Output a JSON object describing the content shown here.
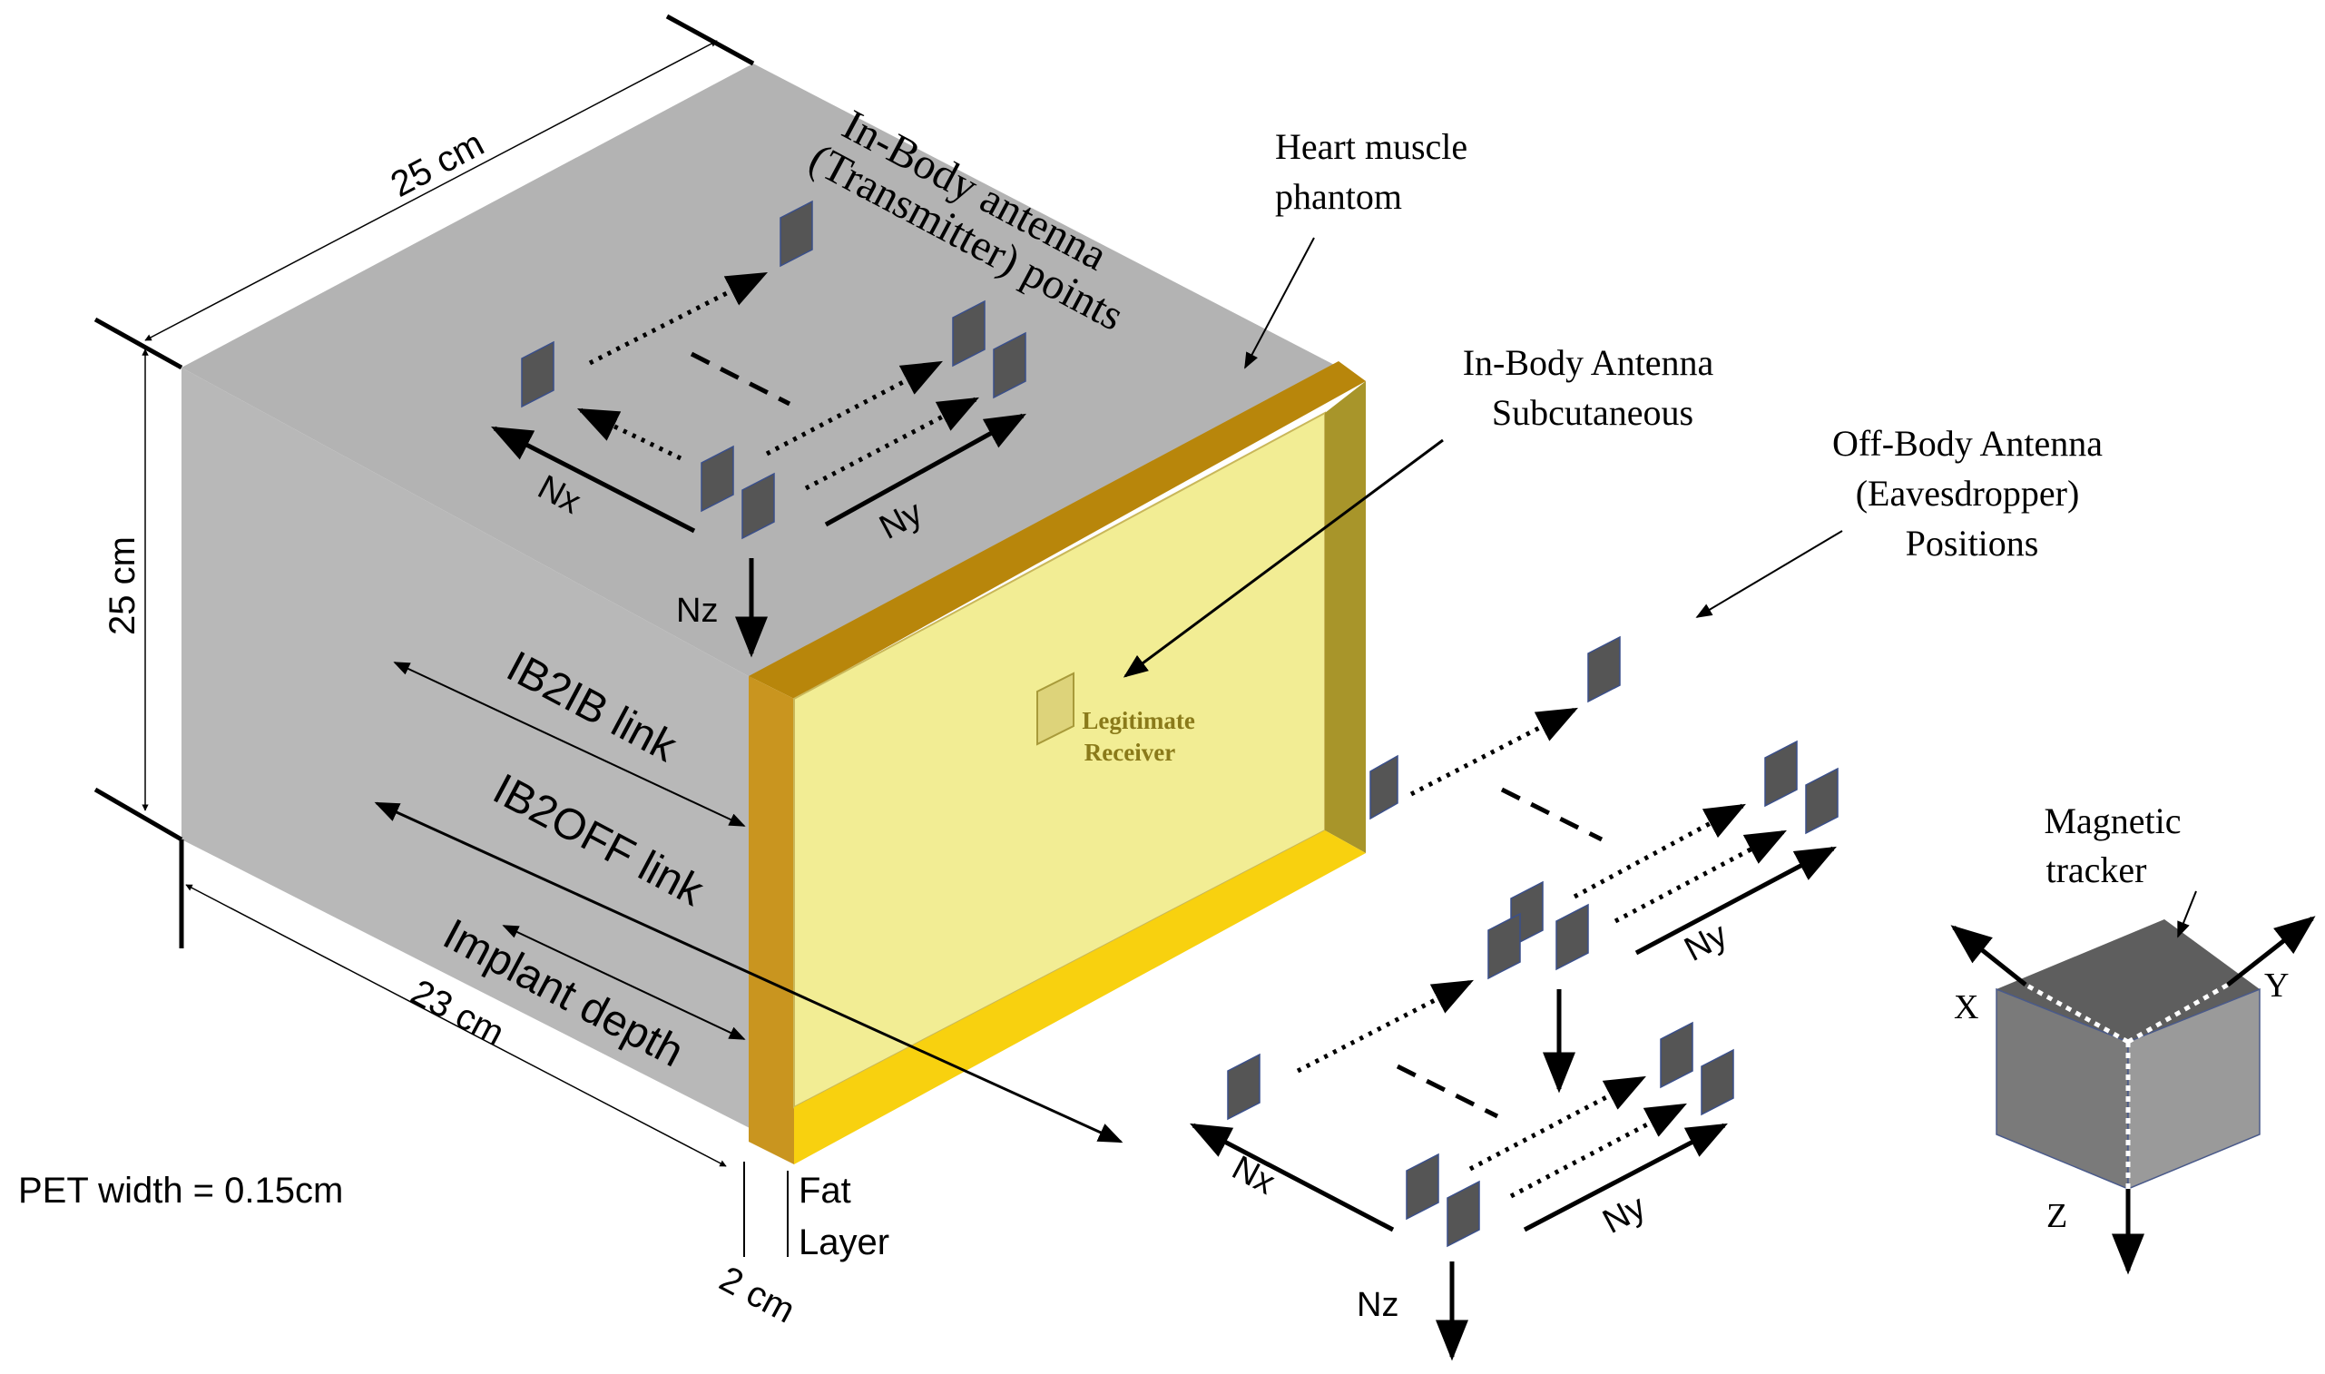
{
  "labels": {
    "dim_top": "25 cm",
    "dim_left": "25 cm",
    "dim_bottom": "23 cm",
    "dim_fat": "2 cm",
    "tx_points": [
      "In-Body antenna",
      "(Transmitter) points"
    ],
    "heart_muscle": [
      "Heart muscle",
      "phantom"
    ],
    "inbody_subcutaneous": [
      "In-Body Antenna",
      "Subcutaneous"
    ],
    "offbody": [
      "Off-Body  Antenna",
      "(Eavesdropper)",
      "Positions"
    ],
    "legit_receiver": [
      "Legitimate",
      "Receiver"
    ],
    "ib2ib": "IB2IB link",
    "ib2off": "IB2OFF link",
    "implant_depth": "Implant depth",
    "pet_width": "PET width = 0.15cm",
    "fat_layer": [
      "Fat",
      "Layer"
    ],
    "magnetic_tracker": [
      "Magnetic",
      "tracker"
    ]
  },
  "axes": {
    "nx": "Nx",
    "ny": "Ny",
    "nz": "Nz",
    "x": "X",
    "y": "Y",
    "z": "Z"
  },
  "colors": {
    "phantom": "#b0b0b0",
    "fat_front": "#f2ed94",
    "fat_edge": "#c9900f",
    "antenna": "#555555",
    "tracker": "#707070"
  }
}
